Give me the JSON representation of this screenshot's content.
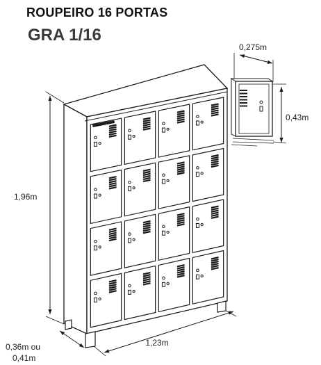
{
  "header": {
    "title": "ROUPEIRO 16 PORTAS",
    "model": "GRA 1/16"
  },
  "dimensions": {
    "height": "1,96m",
    "width": "1,23m",
    "depth_line1": "0,36m ou",
    "depth_line2": "0,41m",
    "door_width": "0,275m",
    "door_height": "0,43m"
  },
  "locker": {
    "columns": 4,
    "rows": 4,
    "door_count": 16
  },
  "colors": {
    "line": "#1a1a1a",
    "fill": "#ffffff"
  }
}
